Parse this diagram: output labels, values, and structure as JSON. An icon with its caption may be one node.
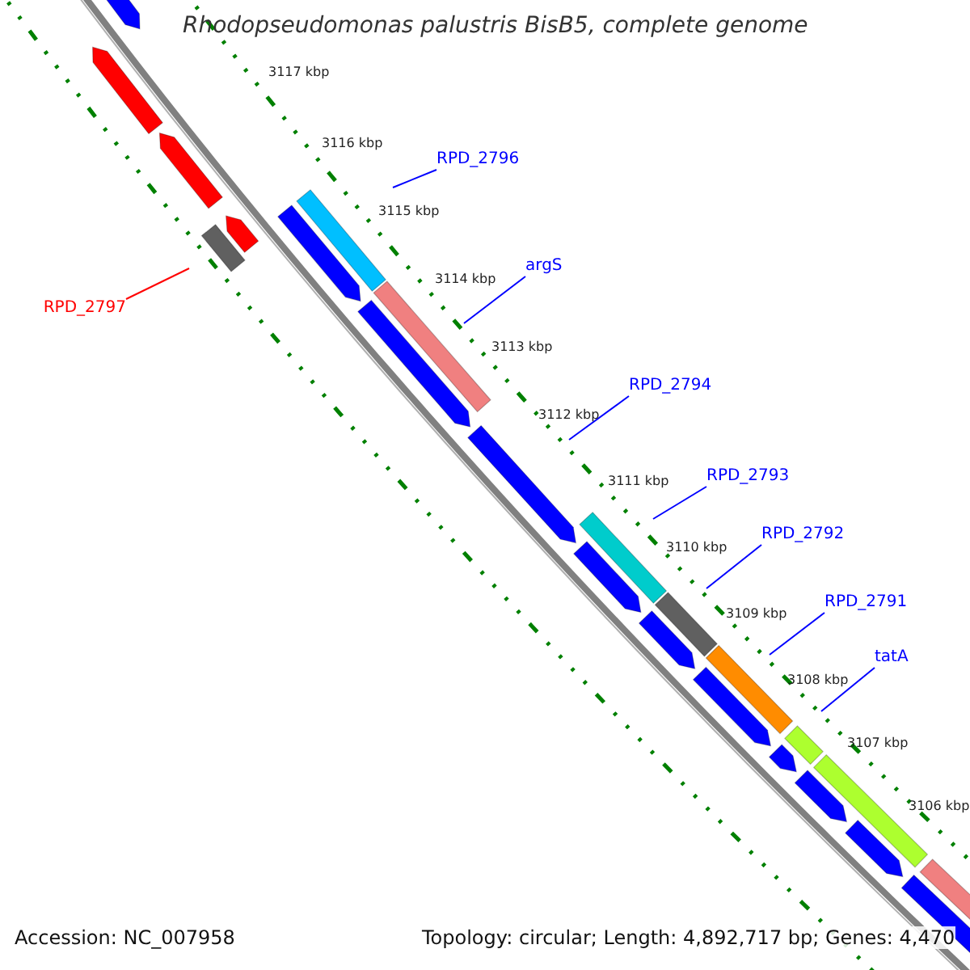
{
  "diagram": {
    "title": "Rhodopseudomonas palustris BisB5, complete genome",
    "nodes": [
      {
        "text": [
          "RPD_2796"
        ]
      },
      {
        "text": [
          "argS"
        ]
      },
      {
        "text": [
          "RPD_2797"
        ]
      },
      {
        "text": [
          "RPD_2794"
        ]
      },
      {
        "text": [
          "RPD_2793"
        ]
      },
      {
        "text": [
          "RPD_2792"
        ]
      },
      {
        "text": [
          "RPD_2791"
        ]
      },
      {
        "text": [
          "tatA"
        ]
      }
    ],
    "edges": [
      {
        "from": 0,
        "to": null,
        "arrow": "none"
      },
      {
        "from": 1,
        "to": null,
        "arrow": "none"
      },
      {
        "from": 2,
        "to": null,
        "arrow": "none",
        "color": "#ff0000"
      },
      {
        "from": 3,
        "to": null,
        "arrow": "none"
      },
      {
        "from": 4,
        "to": null,
        "arrow": "none"
      },
      {
        "from": 5,
        "to": null,
        "arrow": "none"
      },
      {
        "from": 6,
        "to": null,
        "arrow": "none"
      },
      {
        "from": 7,
        "to": null,
        "arrow": "none"
      }
    ],
    "labels": [
      "3117 kbp",
      "3116 kbp",
      "3115 kbp",
      "3114 kbp",
      "3113 kbp",
      "3112 kbp",
      "3111 kbp",
      "3110 kbp",
      "3109 kbp",
      "3108 kbp",
      "3107 kbp",
      "3106 kbp",
      "Accession: NC_007958",
      "Topology: circular; Length: 4,892,717 bp; Genes: 4,470"
    ]
  }
}
